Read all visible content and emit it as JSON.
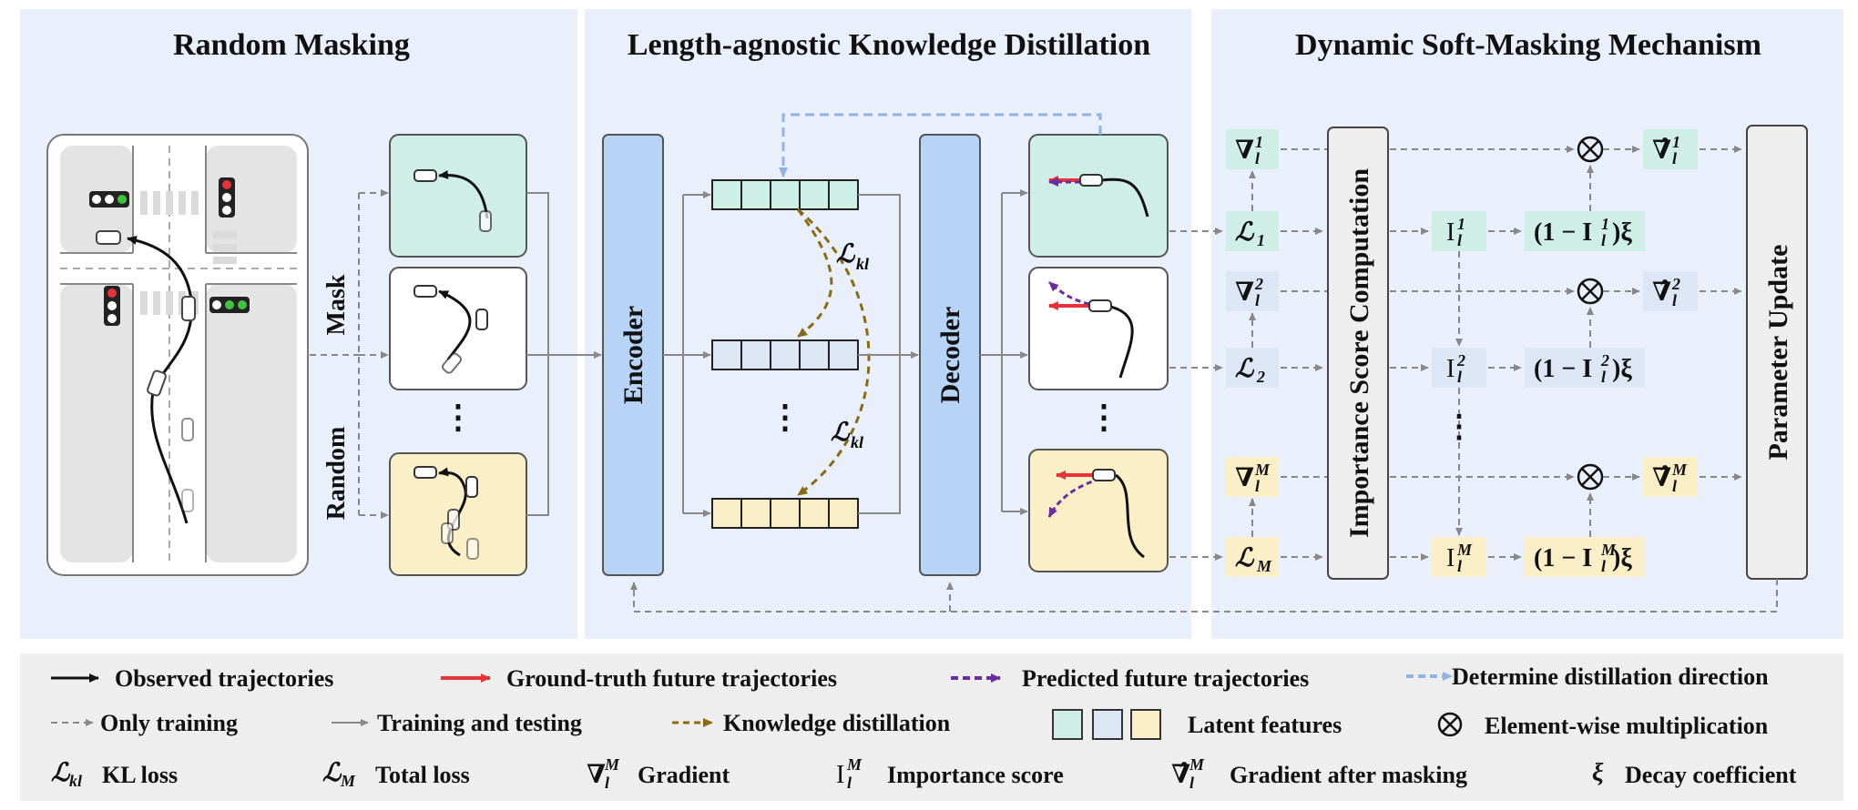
{
  "panels": {
    "random_masking": "Random Masking",
    "lakd": "Length-agnostic Knowledge Distillation",
    "dsm": "Dynamic Soft-Masking Mechanism"
  },
  "mask_label": "Random",
  "mask_label2": "Mask",
  "ellipsis": "⋮",
  "encoder": "Encoder",
  "decoder": "Decoder",
  "importance": "Importance Score Computation",
  "param_update": "Parameter Update",
  "kl_symbol": "ℒ",
  "kl_sub": "kl",
  "dsm_rows": [
    {
      "grad": "∇",
      "gsup": "1",
      "loss": "ℒ",
      "lsub": "1",
      "imp": "I",
      "isup": "1",
      "decay": "(1 − I",
      "dsup": "1",
      "hat": "∇̂",
      "hsup": "1"
    },
    {
      "grad": "∇",
      "gsup": "2",
      "loss": "ℒ",
      "lsub": "2",
      "imp": "I",
      "isup": "2",
      "decay": "(1 − I",
      "dsup": "2",
      "hat": "∇̂",
      "hsup": "2"
    },
    {
      "grad": "∇",
      "gsup": "M",
      "loss": "ℒ",
      "lsub": "M",
      "imp": "I",
      "isup": "M",
      "decay": "(1 − I",
      "dsup": "M",
      "hat": "∇̂",
      "hsup": "M"
    }
  ],
  "legend": {
    "observed": "Observed trajectories",
    "ground_truth": "Ground-truth future trajectories",
    "predicted": "Predicted future trajectories",
    "direction": "Determine distillation direction",
    "only_training": "Only training",
    "train_test": "Training and testing",
    "kd": "Knowledge distillation",
    "latent": "Latent features",
    "elementwise": "Element-wise multiplication",
    "kl_loss": "KL loss",
    "total_loss": "Total loss",
    "gradient": "Gradient",
    "importance": "Importance score",
    "grad_mask": "Gradient after masking",
    "decay": "Decay coefficient"
  },
  "colors": {
    "panel_bg": "#e9f0fb",
    "legend_bg": "#eeeeee",
    "green": "#cfeee6",
    "blue": "#dde6f5",
    "yellow": "#fbefc8",
    "encoder": "#b7d4f7",
    "gt_red": "#e8323a",
    "pred_purple": "#6a2c9e",
    "kd_brown": "#8a6a12",
    "dir_blue": "#8fb3e6",
    "gray_arrow": "#888888"
  }
}
